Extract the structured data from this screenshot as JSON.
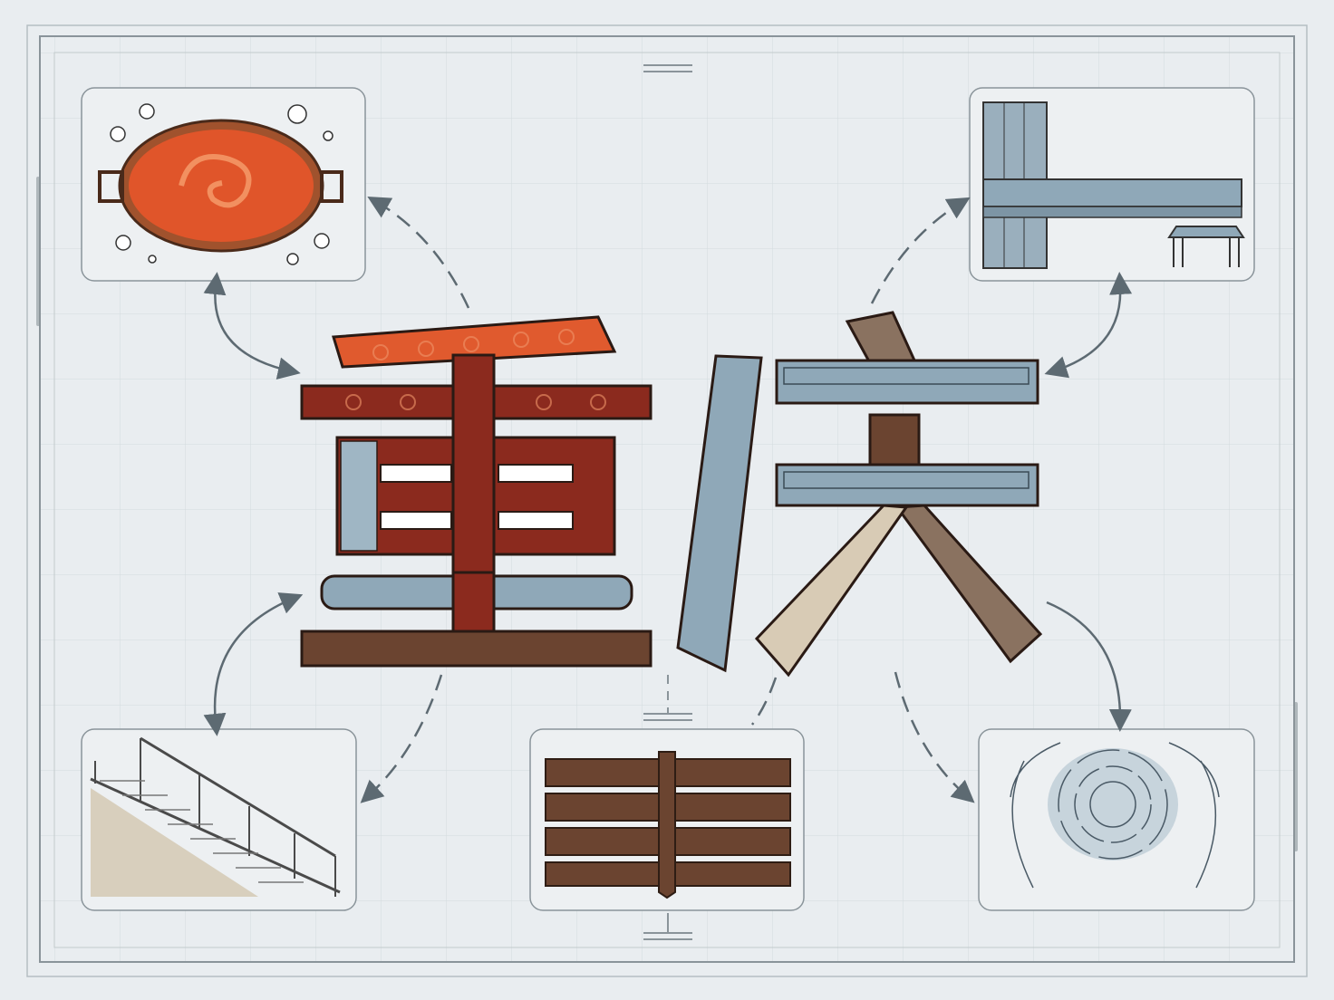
{
  "lettering": "重庆",
  "colors": {
    "background": "#e9edf0",
    "grid": "#d3dade",
    "frame": "#8a949a",
    "chili_red": "#8b2a1e",
    "hotpot_orange": "#e05a2e",
    "monorail_blue": "#8fa8b8",
    "wood_brown": "#6b4430",
    "stone_beige": "#d8cbb5",
    "arrow": "#5d6a72"
  },
  "panels": [
    {
      "id": "hotpot",
      "icon": "hotpot-icon"
    },
    {
      "id": "monorail",
      "icon": "monorail-through-building-icon"
    },
    {
      "id": "stairs",
      "icon": "mountain-stairs-icon"
    },
    {
      "id": "stilt-house",
      "icon": "wooden-stilt-house-icon"
    },
    {
      "id": "river-fog",
      "icon": "river-swirl-icon"
    }
  ]
}
